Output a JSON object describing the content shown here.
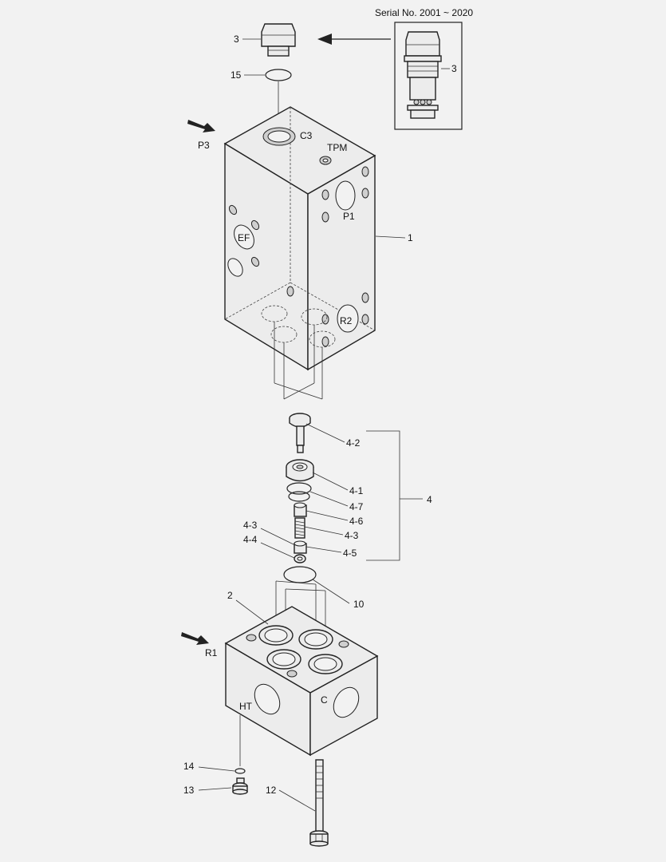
{
  "serial_note": "Serial No. 2001 ~ 2020",
  "ports": {
    "p3": "P3",
    "c3": "C3",
    "tpm": "TPM",
    "p1": "P1",
    "ef": "EF",
    "r2": "R2",
    "r1": "R1",
    "ht": "HT",
    "c": "C"
  },
  "callouts": {
    "c3_top": "3",
    "c3_inset": "3",
    "c15": "15",
    "c1": "1",
    "c4_2": "4-2",
    "c4_1": "4-1",
    "c4_7": "4-7",
    "c4_6": "4-6",
    "c4_3a": "4-3",
    "c4_5": "4-5",
    "c4_3b": "4-3",
    "c4_4": "4-4",
    "c4": "4",
    "c10": "10",
    "c2": "2",
    "c14": "14",
    "c13": "13",
    "c12": "12"
  }
}
